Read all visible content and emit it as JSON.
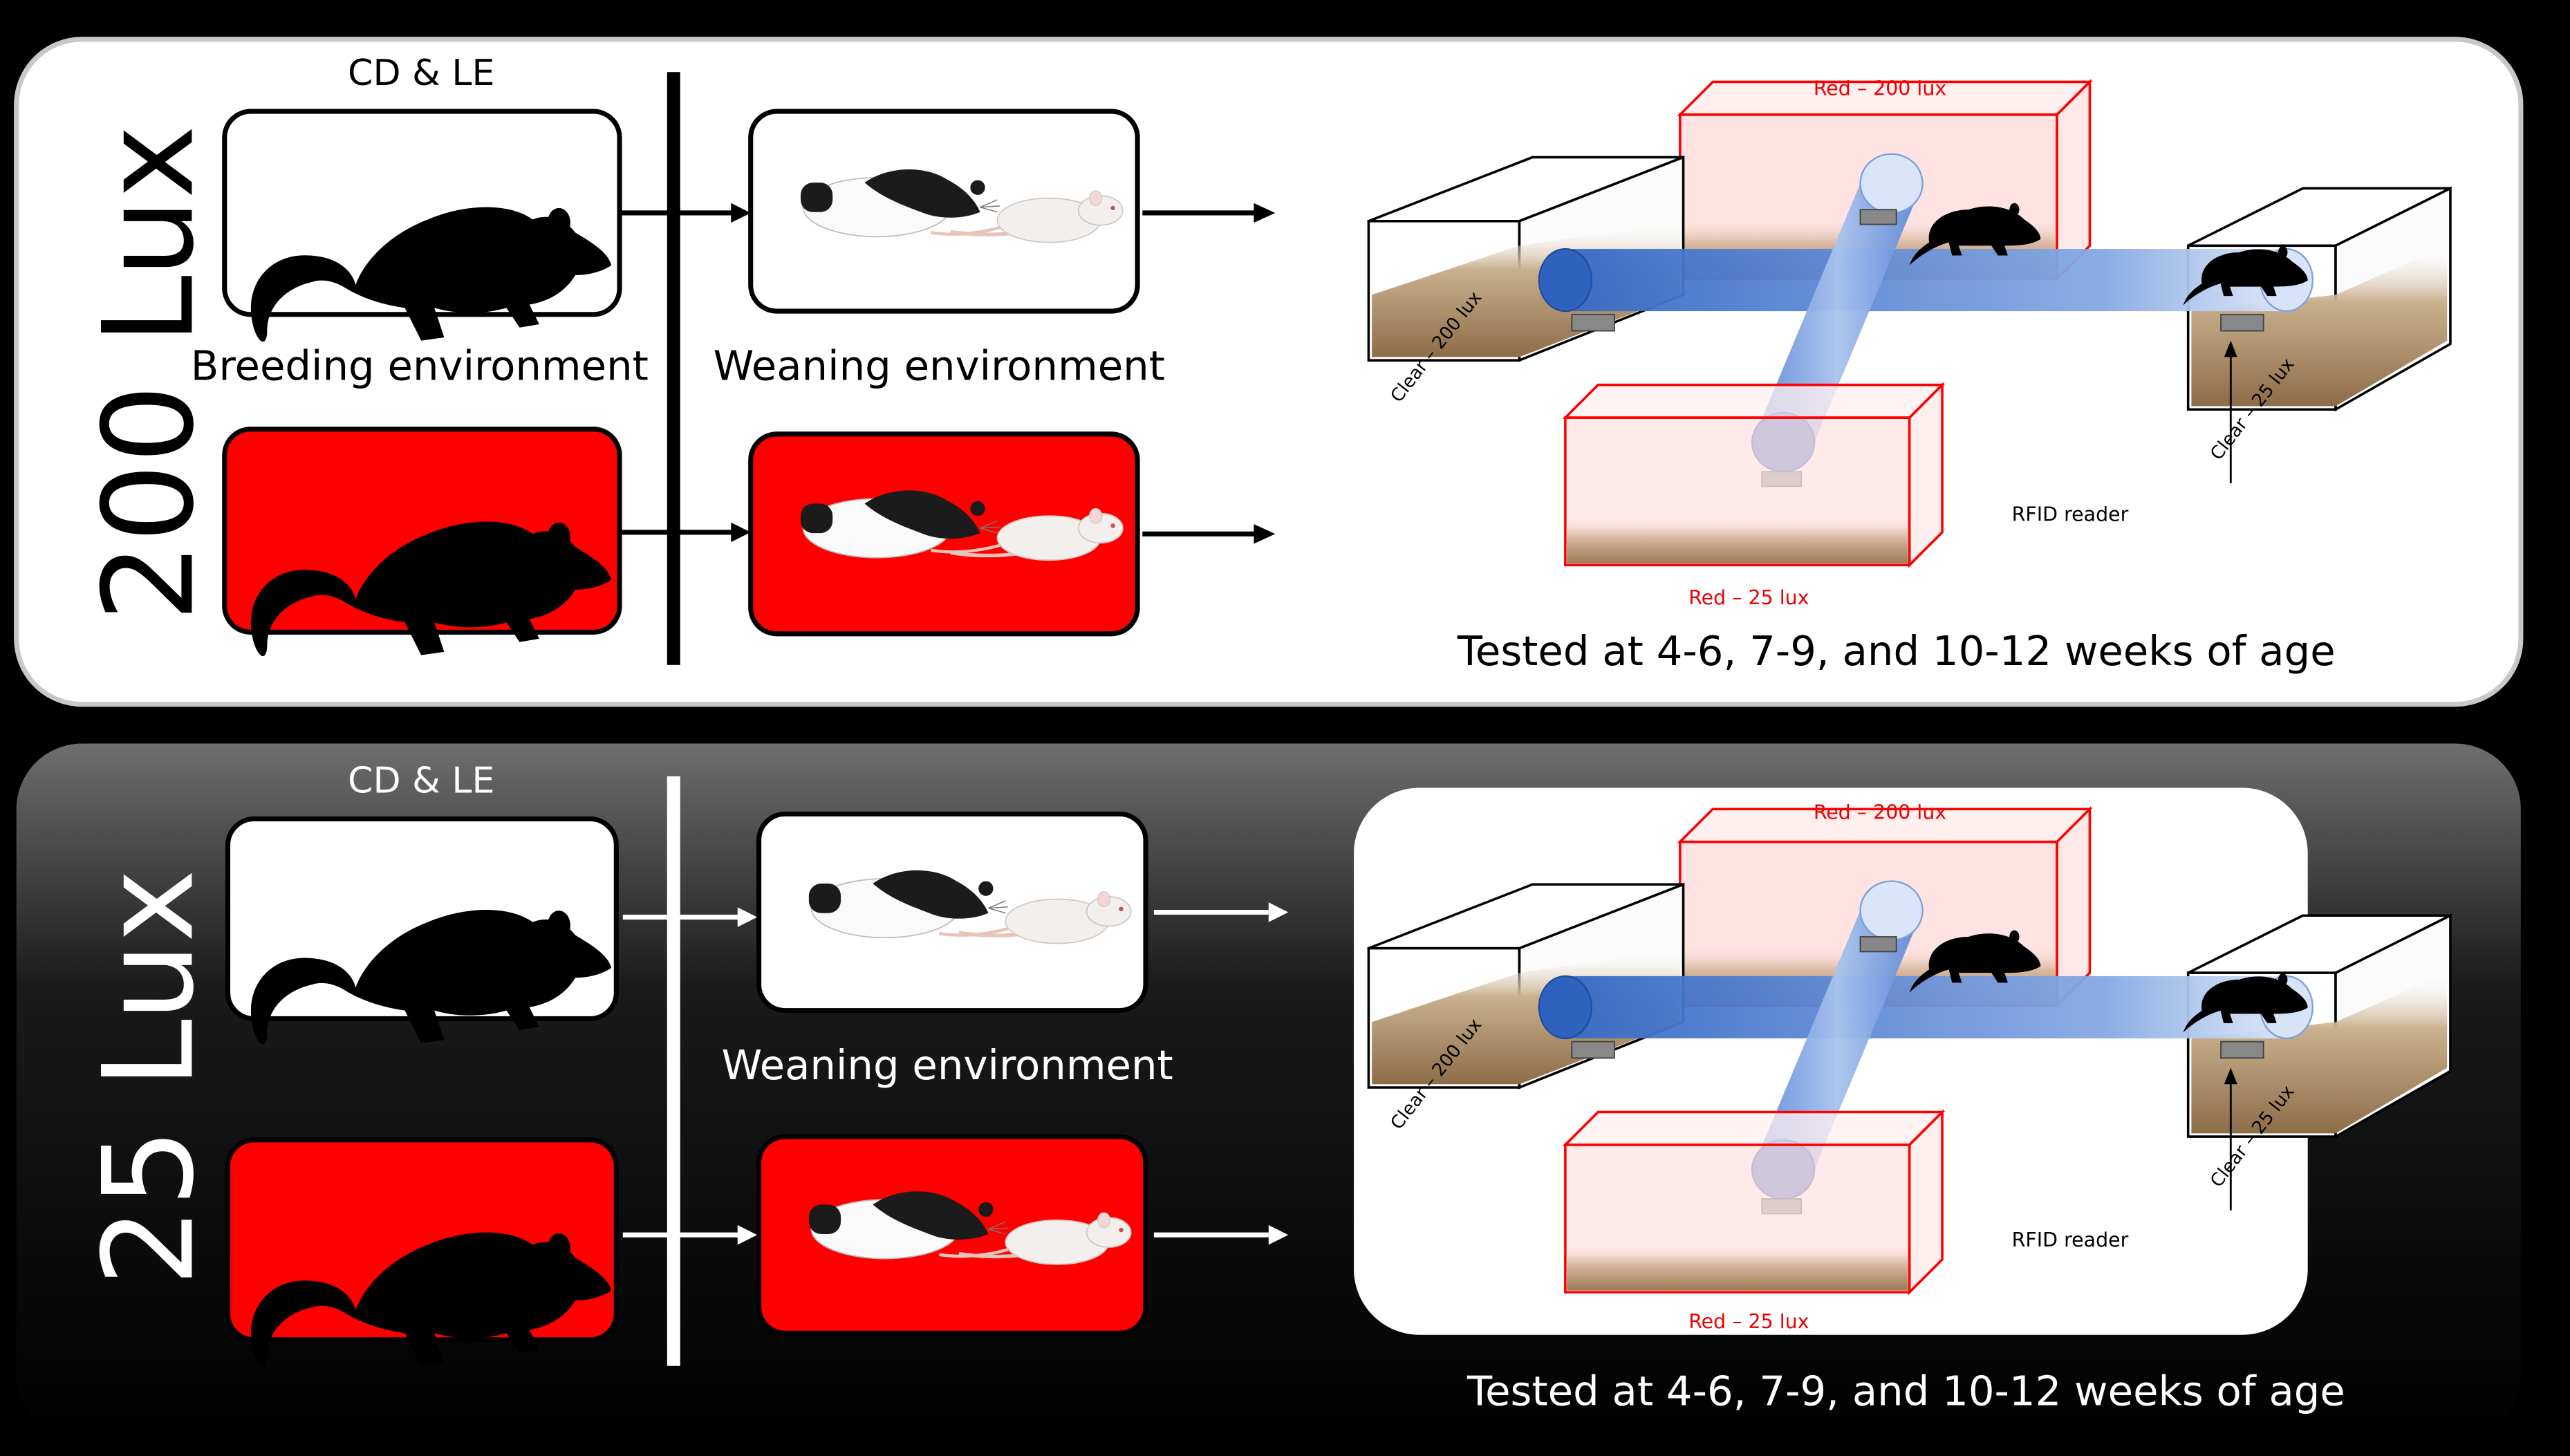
{
  "panels": [
    {
      "id": "p200",
      "lux_label": "200 Lux",
      "theme": "light",
      "strain_label": "CD & LE",
      "breeding_label": "Breeding environment",
      "weaning_label": "Weaning environment",
      "tested_label": "Tested at 4-6, 7-9, and 10-12 weeks of age"
    },
    {
      "id": "p25",
      "lux_label": "25 Lux",
      "theme": "dark",
      "strain_label": "CD & LE",
      "breeding_label": "",
      "weaning_label": "Weaning environment",
      "tested_label": "Tested at 4-6, 7-9, and 10-12 weeks of age"
    }
  ],
  "apparatus": {
    "red_200_label": "Red – 200 lux",
    "red_25_label": "Red – 25 lux",
    "clear_200_label": "Clear – 200 lux",
    "clear_25_label": "Clear – 25 lux",
    "rfid_label": "RFID reader"
  },
  "colors": {
    "background": "#000000",
    "red_box": "#ff0000",
    "red_outline": "#ff2a2a",
    "tube_blue": "#4a7fd4",
    "bedding": "#a38764"
  }
}
